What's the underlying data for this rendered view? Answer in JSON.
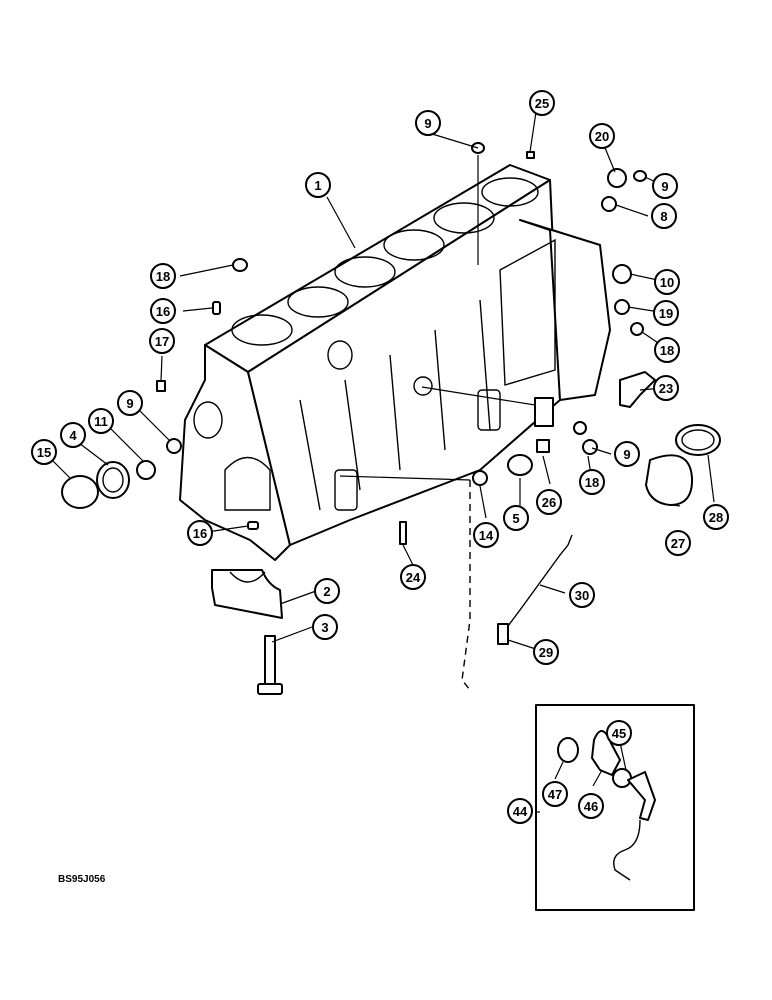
{
  "figure_code": "BS95J056",
  "callouts": [
    {
      "id": "c1",
      "label": "1"
    },
    {
      "id": "c2",
      "label": "2"
    },
    {
      "id": "c3",
      "label": "3"
    },
    {
      "id": "c4",
      "label": "4"
    },
    {
      "id": "c5",
      "label": "5"
    },
    {
      "id": "c8",
      "label": "8"
    },
    {
      "id": "c9a",
      "label": "9"
    },
    {
      "id": "c9b",
      "label": "9"
    },
    {
      "id": "c9c",
      "label": "9"
    },
    {
      "id": "c9d",
      "label": "9"
    },
    {
      "id": "c10",
      "label": "10"
    },
    {
      "id": "c11",
      "label": "11"
    },
    {
      "id": "c14",
      "label": "14"
    },
    {
      "id": "c15",
      "label": "15"
    },
    {
      "id": "c16a",
      "label": "16"
    },
    {
      "id": "c16b",
      "label": "16"
    },
    {
      "id": "c17",
      "label": "17"
    },
    {
      "id": "c18a",
      "label": "18"
    },
    {
      "id": "c18b",
      "label": "18"
    },
    {
      "id": "c18c",
      "label": "18"
    },
    {
      "id": "c19",
      "label": "19"
    },
    {
      "id": "c20",
      "label": "20"
    },
    {
      "id": "c23",
      "label": "23"
    },
    {
      "id": "c24",
      "label": "24"
    },
    {
      "id": "c25",
      "label": "25"
    },
    {
      "id": "c26",
      "label": "26"
    },
    {
      "id": "c27",
      "label": "27"
    },
    {
      "id": "c28",
      "label": "28"
    },
    {
      "id": "c29",
      "label": "29"
    },
    {
      "id": "c30",
      "label": "30"
    },
    {
      "id": "c44",
      "label": "44"
    },
    {
      "id": "c45",
      "label": "45"
    },
    {
      "id": "c46",
      "label": "46"
    },
    {
      "id": "c47",
      "label": "47"
    }
  ]
}
